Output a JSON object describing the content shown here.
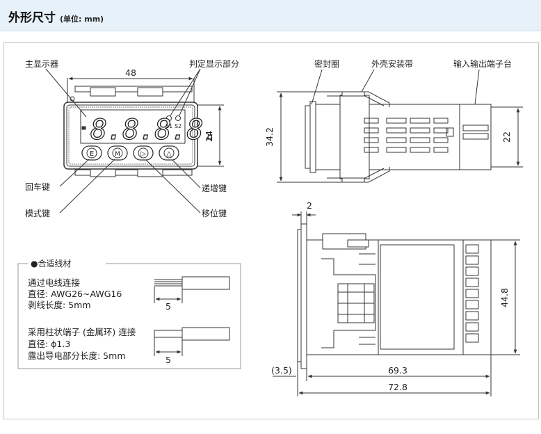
{
  "header": {
    "title": "外形尺寸",
    "unit": "(单位: mm)"
  },
  "front": {
    "main_display_label": "主显示器",
    "judge_display_label": "判定显示部分",
    "width_dim": "48",
    "height_dim": "24",
    "digits": "8.8.8.8.",
    "s1": "S1",
    "s2": "S2",
    "keys": [
      "E",
      "M",
      "▷",
      "△"
    ],
    "enter_key_label": "回车键",
    "mode_key_label": "模式键",
    "up_key_label": "递增键",
    "shift_key_label": "移位键"
  },
  "side": {
    "seal_label": "密封圈",
    "band_label": "外壳安装带",
    "terminal_label": "输入输出端子台",
    "height_dim": "34.2",
    "terminal_dim": "22"
  },
  "top": {
    "panel_thickness_dim": "2",
    "body_height_dim": "44.8",
    "offset_dim": "(3.5)",
    "depth_dim": "69.3",
    "total_dim": "72.8"
  },
  "wiring": {
    "title": "●合适线材",
    "line1": "通过电线连接",
    "line2": "直径: AWG26~AWG16",
    "line3": "剥线长度: 5mm",
    "dim1": "5",
    "line4": "采用柱状端子 (金属环) 连接",
    "line5": "直径: ϕ1.3",
    "line6": "露出导电部分长度: 5mm",
    "dim2": "5"
  }
}
